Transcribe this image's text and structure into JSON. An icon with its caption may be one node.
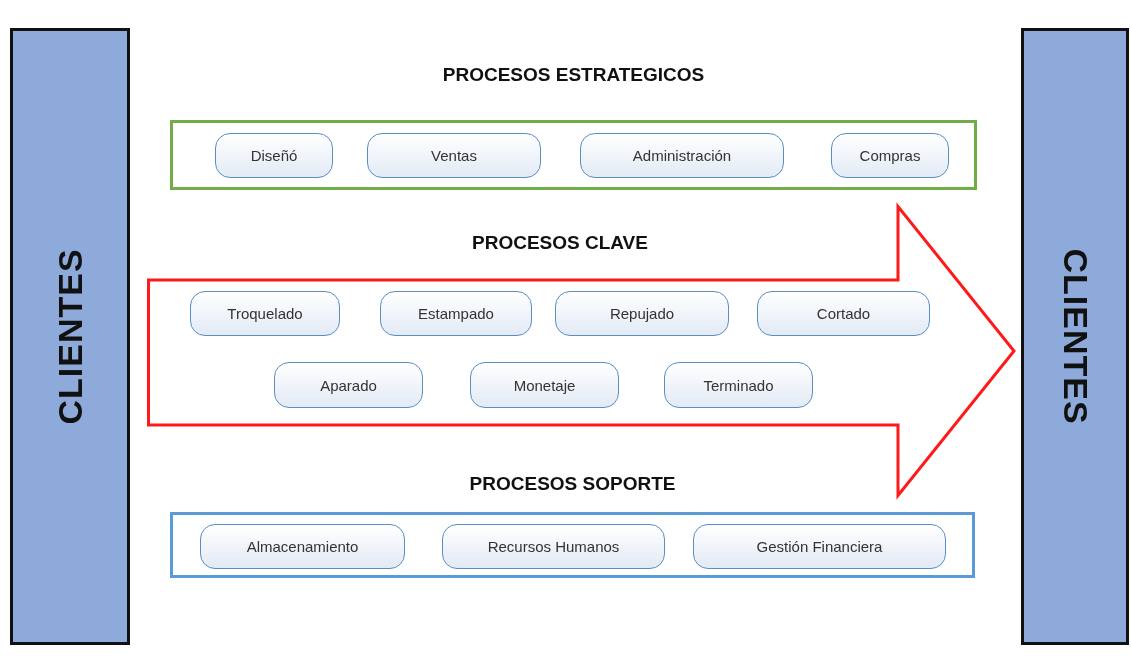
{
  "diagram": {
    "nodes": [
      {
        "text": [
          "CLIENTES"
        ]
      },
      {
        "text": [
          "PROCESOS ESTRATEGICOS"
        ]
      },
      {
        "text": [
          "Diseñó"
        ],
        "in": 1
      },
      {
        "text": [
          "Ventas"
        ],
        "in": 1
      },
      {
        "text": [
          "Administración"
        ],
        "in": 1
      },
      {
        "text": [
          "Compras"
        ],
        "in": 1
      },
      {
        "text": [
          "PROCESOS CLAVE"
        ]
      },
      {
        "text": [
          "Troquelado"
        ],
        "in": 6
      },
      {
        "text": [
          "Estampado"
        ],
        "in": 6
      },
      {
        "text": [
          "Repujado"
        ],
        "in": 6
      },
      {
        "text": [
          "Cortado"
        ],
        "in": 6
      },
      {
        "text": [
          "Aparado"
        ],
        "in": 6
      },
      {
        "text": [
          "Monetaje"
        ],
        "in": 6
      },
      {
        "text": [
          "Terminado"
        ],
        "in": 6
      },
      {
        "text": [
          "PROCESOS SOPORTE"
        ]
      },
      {
        "text": [
          "Almacenamiento"
        ],
        "in": 14
      },
      {
        "text": [
          "Recursos Humanos"
        ],
        "in": 14
      },
      {
        "text": [
          "Gestión Financiera"
        ],
        "in": 14
      },
      {
        "text": [
          "CLIENTES"
        ]
      }
    ]
  }
}
